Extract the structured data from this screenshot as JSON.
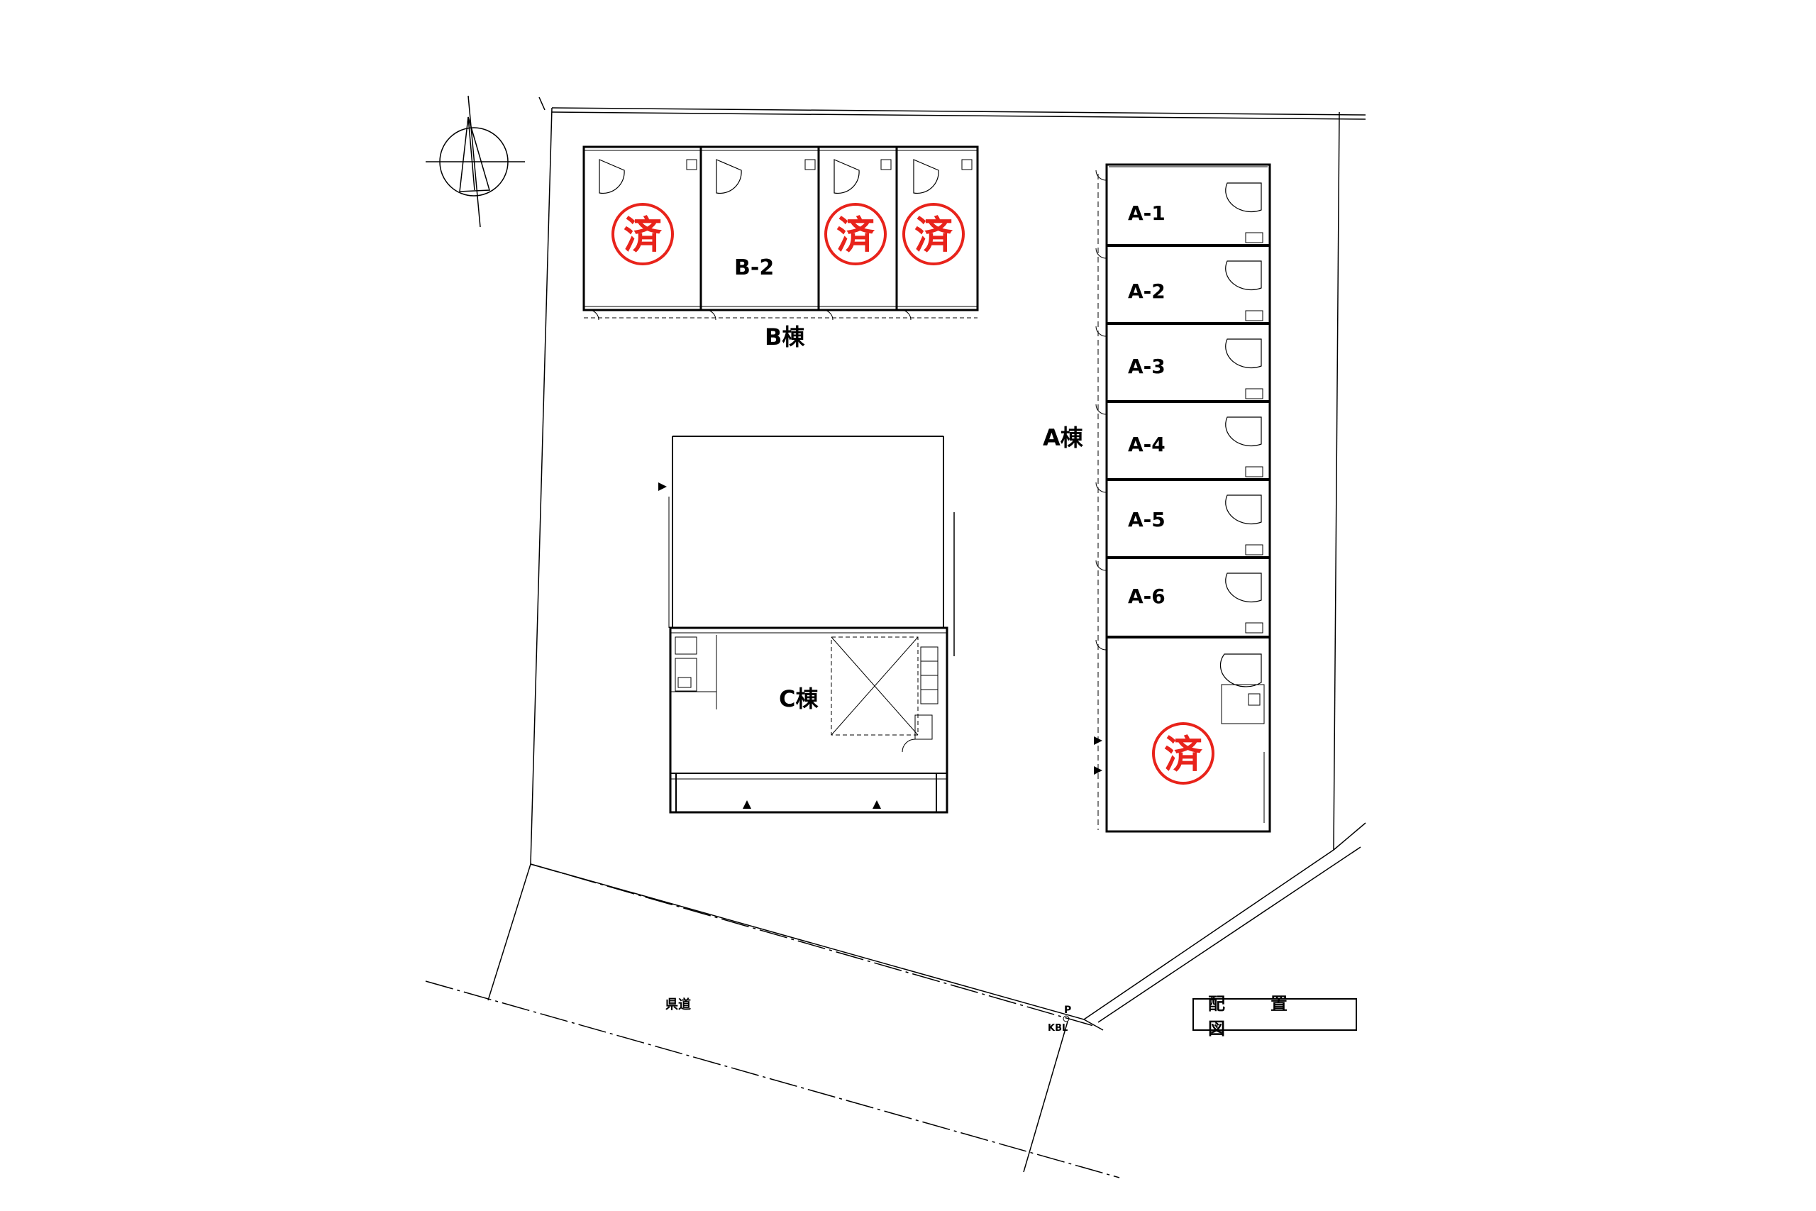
{
  "site": {
    "road_label": "県道",
    "survey_mark": {
      "p_label": "P",
      "kbl_label": "KBL"
    }
  },
  "drawing_title": "配　置　図",
  "building_b": {
    "name": "B棟",
    "units": [
      {
        "label": "",
        "stamp": "済"
      },
      {
        "label": "B-2",
        "stamp": ""
      },
      {
        "label": "",
        "stamp": "済"
      },
      {
        "label": "",
        "stamp": "済"
      }
    ]
  },
  "building_a": {
    "name": "A棟",
    "units": [
      {
        "label": "A-1",
        "stamp": ""
      },
      {
        "label": "A-2",
        "stamp": ""
      },
      {
        "label": "A-3",
        "stamp": ""
      },
      {
        "label": "A-4",
        "stamp": ""
      },
      {
        "label": "A-5",
        "stamp": ""
      },
      {
        "label": "A-6",
        "stamp": ""
      },
      {
        "label": "",
        "stamp": "済"
      }
    ]
  },
  "building_c": {
    "name": "C棟"
  },
  "colors": {
    "stamp": "#e8231b",
    "line": "#000000"
  }
}
